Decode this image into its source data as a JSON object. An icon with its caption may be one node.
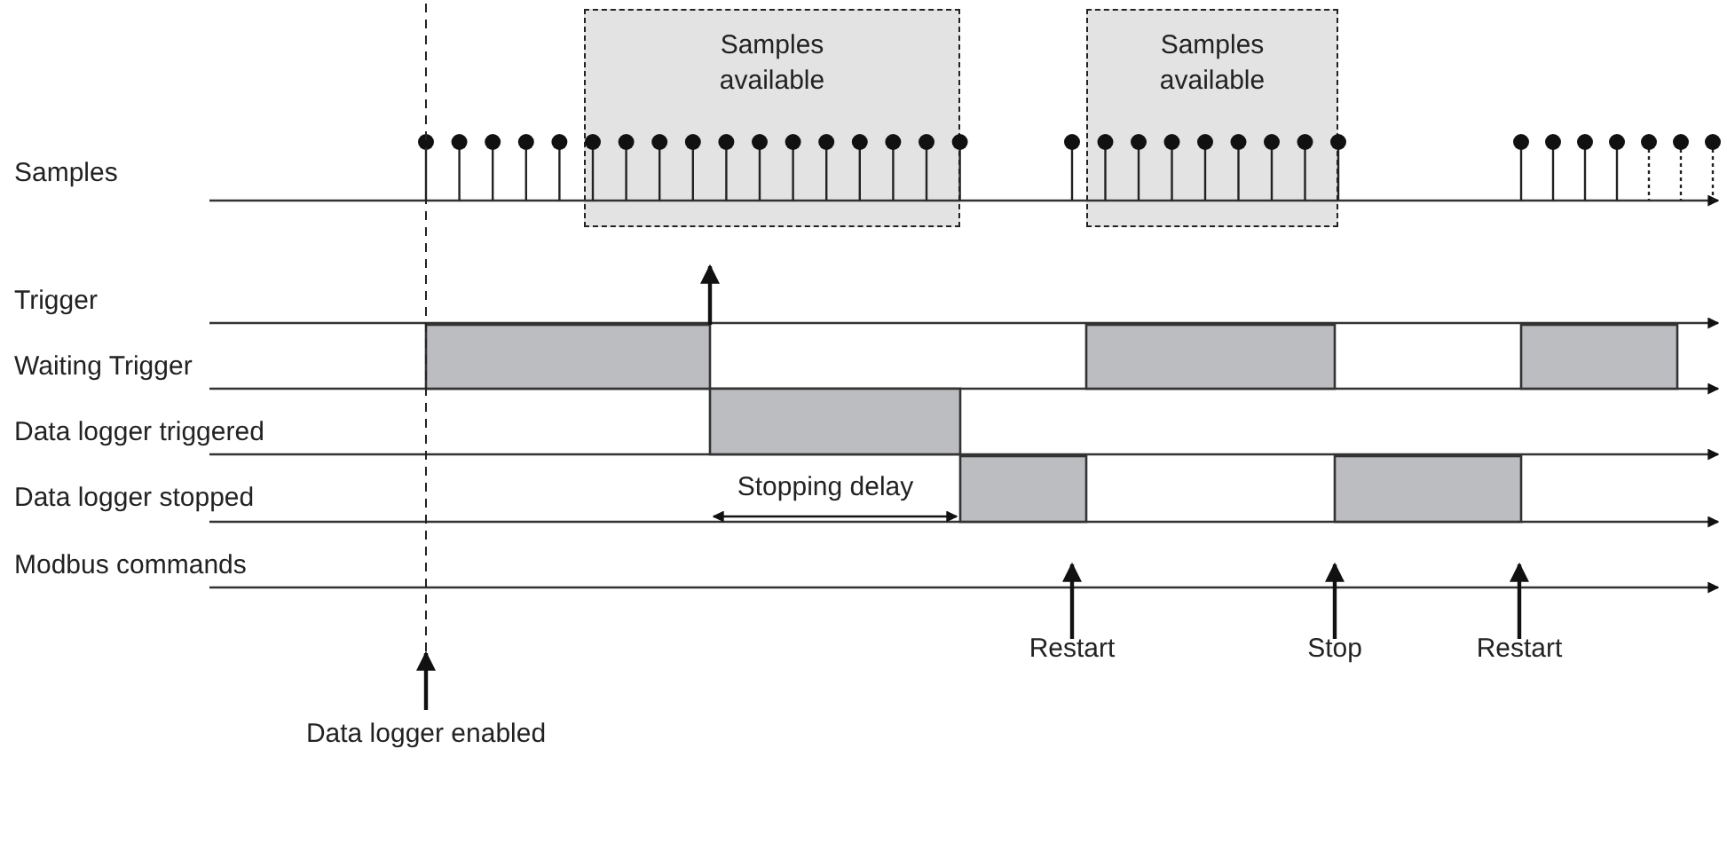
{
  "diagram": {
    "nodes": [
      {
        "text": [
          "Samples available"
        ]
      },
      {
        "text": [
          "Samples available"
        ]
      }
    ],
    "edges": [],
    "labels": [
      "Samples",
      "Trigger",
      "Waiting Trigger",
      "Data logger triggered",
      "Stopping delay",
      "Data logger stopped",
      "Modbus commands",
      "Restart",
      "Stop",
      "Restart",
      "Data logger enabled"
    ]
  }
}
